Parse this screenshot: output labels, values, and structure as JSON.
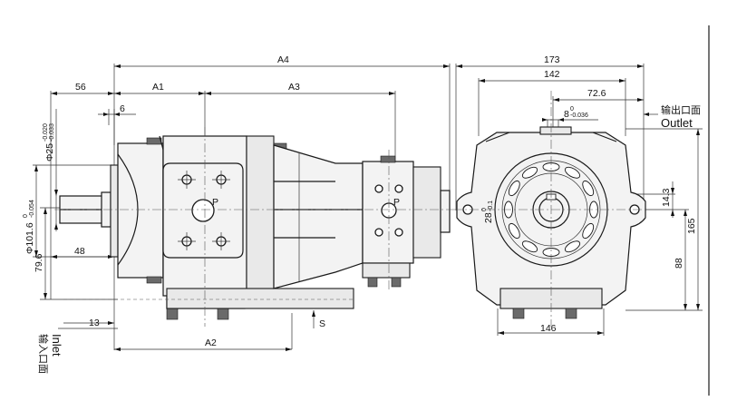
{
  "dimensions": {
    "a4": "A4",
    "a1": "A1",
    "a3": "A3",
    "a2": "A2",
    "d56": "56",
    "d6": "6",
    "d48": "48",
    "d13": "13",
    "d79_6": "79.6",
    "phi25": "Φ25",
    "phi25_tol_upper": "-0.020",
    "phi25_tol_lower": "-0.033",
    "phi101_6": "Φ101.6",
    "phi101_6_tol_upper": "0",
    "phi101_6_tol_lower": "-0.054",
    "s": "S",
    "p_front": "P",
    "p_aux": "P",
    "d173": "173",
    "d142": "142",
    "d72_6": "72.6",
    "key_width": "8",
    "key_tol_upper": "0",
    "key_tol_lower": "-0.036",
    "d28": "28",
    "d28_tol_upper": "0",
    "d28_tol_lower": "-0.1",
    "d14_3": "14.3",
    "d165": "165",
    "d88": "88",
    "d146": "146"
  },
  "labels": {
    "outlet_cn": "输出口面",
    "outlet_en": "Outlet",
    "inlet_en": "Inlet",
    "inlet_cn": "输入口面"
  }
}
